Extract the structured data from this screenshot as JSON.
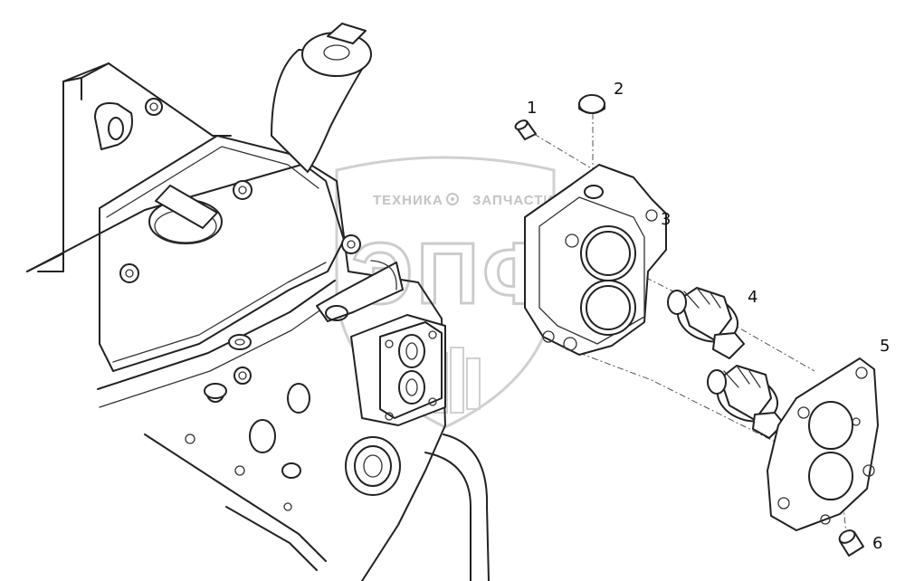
{
  "watermark": {
    "line1_left": "ТЕХНИКА",
    "line1_right": "ЗАПЧАСТИ",
    "big": "ЭПФ",
    "color": "#c4c4c4"
  },
  "callouts": [
    {
      "id": "1",
      "label": "1"
    },
    {
      "id": "2",
      "label": "2"
    },
    {
      "id": "3",
      "label": "3"
    },
    {
      "id": "4",
      "label": "4"
    },
    {
      "id": "5",
      "label": "5"
    },
    {
      "id": "6",
      "label": "6"
    }
  ]
}
